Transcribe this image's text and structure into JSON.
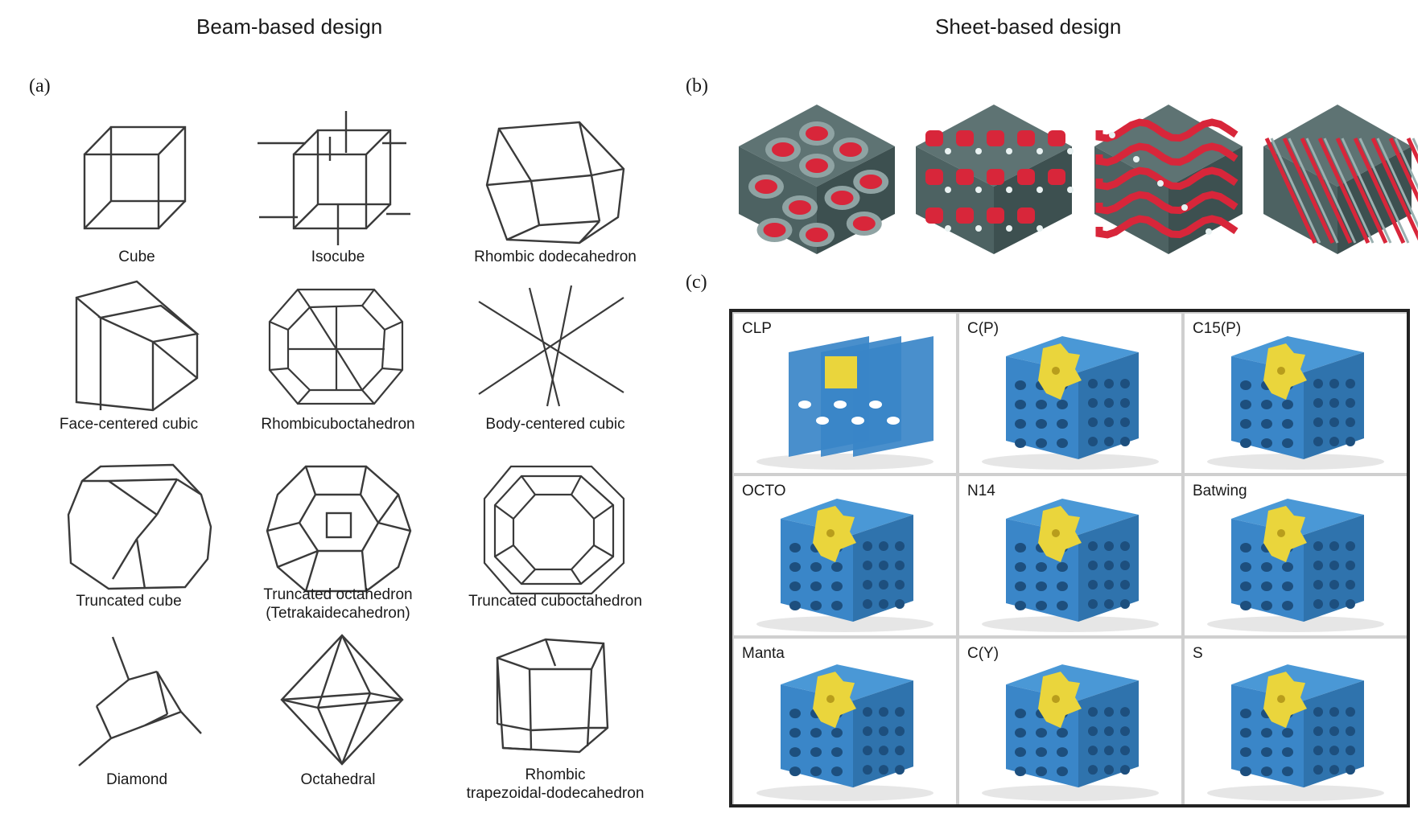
{
  "titles": {
    "beam": "Beam-based design",
    "sheet": "Sheet-based design"
  },
  "panel_labels": {
    "a": "(a)",
    "b": "(b)",
    "c": "(c)"
  },
  "beam_cells": [
    {
      "caption": "Cube"
    },
    {
      "caption": "Isocube"
    },
    {
      "caption": "Rhombic dodecahedron"
    },
    {
      "caption": "Face-centered cubic"
    },
    {
      "caption": "Rhombicuboctahedron"
    },
    {
      "caption": "Body-centered cubic"
    },
    {
      "caption": "Truncated cube"
    },
    {
      "caption": "Truncated octahedron",
      "caption2": "(Tetrakaidecahedron)"
    },
    {
      "caption": "Truncated cuboctahedron"
    },
    {
      "caption": "Diamond"
    },
    {
      "caption": "Octahedral"
    },
    {
      "caption": "Rhombic",
      "caption2": "trapezoidal-dodecahedron"
    }
  ],
  "sheet_colors": {
    "surface": "#5e7373",
    "inner": "#d8263a",
    "highlight": "#e9f2f2"
  },
  "foam_cells": [
    {
      "label": "CLP"
    },
    {
      "label": "C(P)"
    },
    {
      "label": "C15(P)"
    },
    {
      "label": "OCTO"
    },
    {
      "label": "N14"
    },
    {
      "label": "Batwing"
    },
    {
      "label": "Manta"
    },
    {
      "label": "C(Y)"
    },
    {
      "label": "S"
    }
  ],
  "foam_colors": {
    "foam": "#3a86c8",
    "foam_dark": "#1d4f7e",
    "unit_cell": "#ead53c"
  }
}
